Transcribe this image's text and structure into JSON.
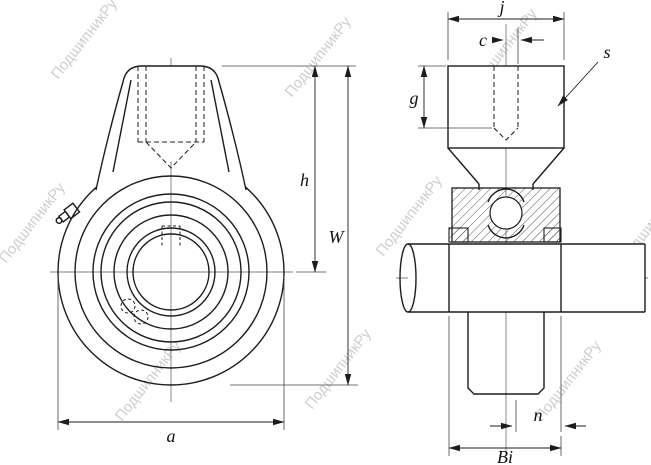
{
  "watermark": {
    "text": "ПодшипникРу"
  },
  "dims": {
    "a": "a",
    "h": "h",
    "w": "W",
    "j": "j",
    "c": "c",
    "s": "s",
    "g": "g",
    "n": "n",
    "bi": "Bi"
  }
}
